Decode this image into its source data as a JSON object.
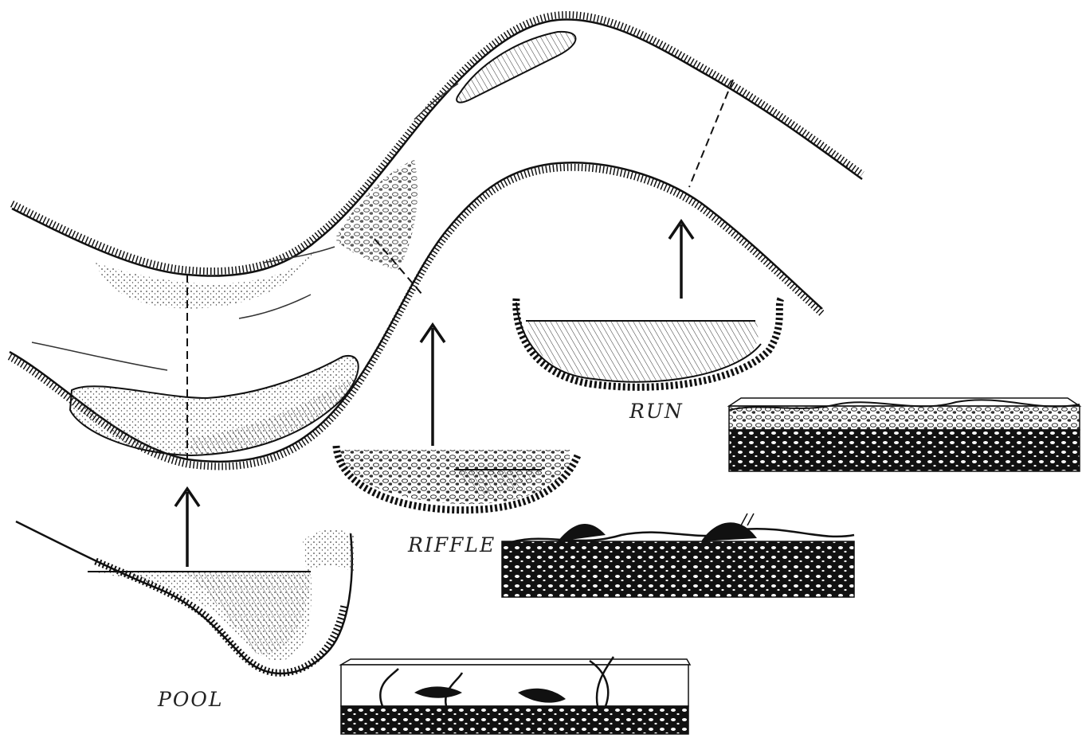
{
  "diagram": {
    "labels": {
      "pool": "POOL",
      "riffle": "RIFFLE",
      "run": "RUN"
    },
    "colors": {
      "ink": "#111111",
      "paper": "#ffffff",
      "stipple": "#555555"
    }
  }
}
